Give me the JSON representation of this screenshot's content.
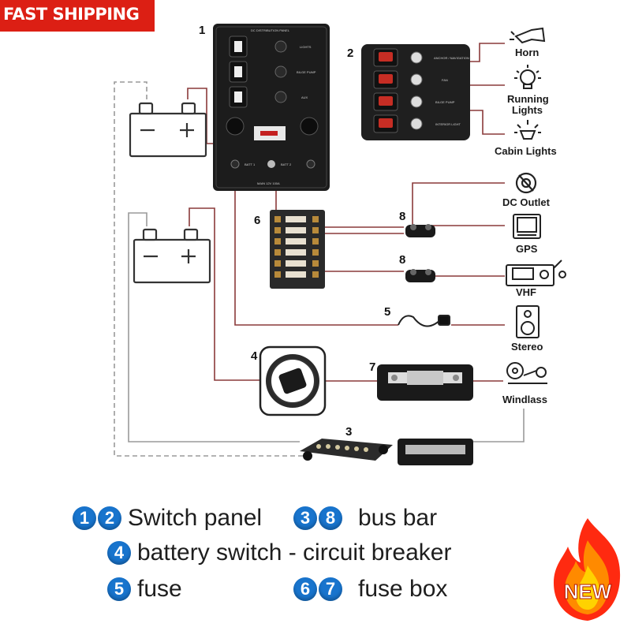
{
  "banner": {
    "text": "FAST SHIPPING",
    "color": "#dc1f14"
  },
  "badge": {
    "text": "NEW",
    "colors": [
      "#ff2a10",
      "#ff8a00",
      "#ffd200"
    ]
  },
  "callouts": {
    "n1": "1",
    "n2": "2",
    "n3": "3",
    "n4": "4",
    "n5": "5",
    "n6": "6",
    "n7": "7",
    "n8a": "8",
    "n8b": "8"
  },
  "devices": {
    "horn": "Horn",
    "running_lights_1": "Running",
    "running_lights_2": "Lights",
    "cabin_lights": "Cabin Lights",
    "dc_outlet": "DC Outlet",
    "gps": "GPS",
    "vhf": "VHF",
    "stereo": "Stereo",
    "windlass": "Windlass"
  },
  "panel_text": {
    "header": "DC DISTRIBUTION PANEL",
    "row1": "LIGHTS",
    "row2": "BILGE PUMP",
    "row3": "AUX",
    "batt1": "BATT 1",
    "batt2": "BATT 2",
    "footer": "MAIN 12V 100A"
  },
  "rocker_text": {
    "r1": "ANCHOR / NAVIGATION",
    "r2": "FAN",
    "r3": "BILGE PUMP",
    "r4": "INTERIOR LIGHT"
  },
  "legend": {
    "row1": {
      "badges": [
        "1",
        "2"
      ],
      "text": "Switch panel"
    },
    "row1b": {
      "badges": [
        "3",
        "8"
      ],
      "text": "bus bar"
    },
    "row2": {
      "badges": [
        "4"
      ],
      "text": "battery switch - circuit breaker"
    },
    "row3": {
      "badges": [
        "5"
      ],
      "text": "fuse"
    },
    "row3b": {
      "badges": [
        "6",
        "7"
      ],
      "text": "fuse box"
    }
  },
  "colors": {
    "wire_red": "#8a3a3a",
    "wire_gray": "#9a9a9a",
    "badge_blue": "#1874cd",
    "panel_black": "#1c1c1c"
  }
}
